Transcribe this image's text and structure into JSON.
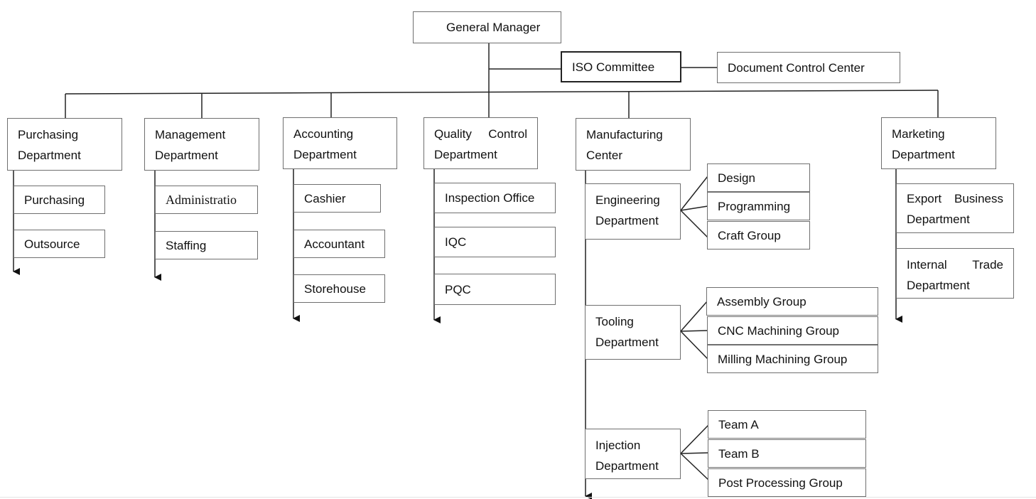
{
  "chart": {
    "general_manager": "General Manager",
    "iso_committee": "ISO Committee",
    "document_control": "Document Control Center",
    "departments": {
      "purchasing": {
        "l1": "Purchasing",
        "l2": "Department",
        "subs": [
          "Purchasing",
          "Outsource"
        ]
      },
      "management": {
        "l1": "Management",
        "l2": "Department",
        "subs": [
          "Administratio",
          "Staffing"
        ]
      },
      "accounting": {
        "l1": "Accounting",
        "l2": "Department",
        "subs": [
          "Cashier",
          "Accountant",
          "Storehouse"
        ]
      },
      "quality": {
        "l1a": "Quality",
        "l1b": "Control",
        "l2": "Department",
        "subs": [
          "Inspection Office",
          "IQC",
          "PQC"
        ]
      },
      "manufacturing": {
        "l1": "Manufacturing",
        "l2": "Center",
        "engineering": {
          "l1": "Engineering",
          "l2": "Department",
          "groups": [
            "Design",
            "Programming",
            "Craft Group"
          ]
        },
        "tooling": {
          "l1": "Tooling",
          "l2": "Department",
          "groups": [
            "Assembly Group",
            "CNC Machining Group",
            "Milling Machining Group"
          ]
        },
        "injection": {
          "l1": "Injection",
          "l2": "Department",
          "groups": [
            "Team A",
            "Team B",
            "Post Processing Group"
          ]
        }
      },
      "marketing": {
        "l1": "Marketing",
        "l2": "Department",
        "export": {
          "l1a": "Export",
          "l1b": "Business",
          "l2": "Department"
        },
        "internal": {
          "l1a": "Internal",
          "l1b": "Trade",
          "l2": "Department"
        }
      }
    }
  }
}
